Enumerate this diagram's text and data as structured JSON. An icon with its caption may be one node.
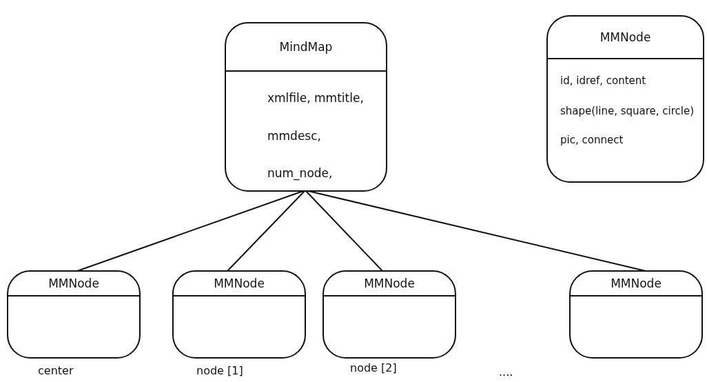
{
  "diagram": {
    "nodes": [
      {
        "text": [
          "MindMap",
          "xmlfile, mmtitle,",
          "mmdesc,",
          "num_node,"
        ]
      },
      {
        "text": [
          "MMNode",
          "id, idref, content",
          "shape(line, square, circle)",
          "pic, connect"
        ]
      },
      {
        "text": [
          "MMNode"
        ],
        "beside": [
          "center"
        ]
      },
      {
        "text": [
          "MMNode"
        ],
        "beside": [
          "node [1]"
        ]
      },
      {
        "text": [
          "MMNode"
        ],
        "beside": [
          "node [2]"
        ]
      },
      {
        "text": [
          "MMNode"
        ]
      }
    ],
    "edges": [
      {
        "from": 0,
        "to": 2,
        "arrow": "none"
      },
      {
        "from": 0,
        "to": 3,
        "arrow": "none"
      },
      {
        "from": 0,
        "to": 4,
        "arrow": "none"
      },
      {
        "from": 0,
        "to": 5,
        "arrow": "none"
      }
    ],
    "labels": [
      "...."
    ]
  }
}
